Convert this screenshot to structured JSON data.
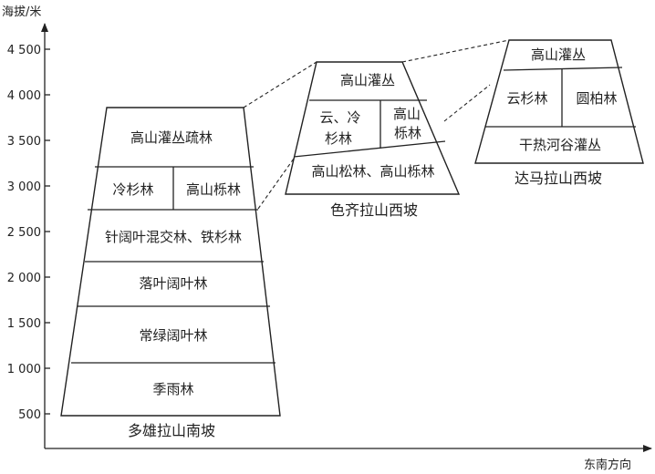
{
  "axis": {
    "y_label": "海拔/米",
    "x_label": "东南方向",
    "ticks": [
      "500",
      "1 000",
      "1 500",
      "2 000",
      "2 500",
      "3 000",
      "3 500",
      "4 000",
      "4 500"
    ]
  },
  "mountains": {
    "duoxiong": {
      "caption": "多雄拉山南坡",
      "zones": {
        "alpine_scrub_sparse": "高山灌丛疏林",
        "fir": "冷杉林",
        "alpine_oak": "高山栎林",
        "mixed": "针阔叶混交林、铁杉林",
        "deciduous": "落叶阔叶林",
        "evergreen": "常绿阔叶林",
        "monsoon": "季雨林"
      }
    },
    "seqila": {
      "caption": "色齐拉山西坡",
      "zones": {
        "alpine_scrub": "高山灌丛",
        "yun_line1": "云、冷",
        "yun_line2": "杉林",
        "oak_line1": "高山",
        "oak_line2": "栎林",
        "pine_oak": "高山松林、高山栎林"
      }
    },
    "dama": {
      "caption": "达马拉山西坡",
      "zones": {
        "alpine_scrub": "高山灌丛",
        "spruce": "云杉林",
        "juniper": "圆柏林",
        "dry_valley": "干热河谷灌丛"
      }
    }
  }
}
